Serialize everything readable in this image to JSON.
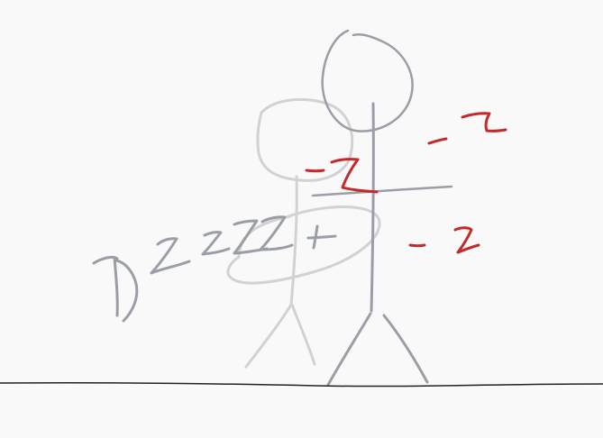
{
  "canvas": {
    "background": "#f9f9f9",
    "description_visible": false
  },
  "colors": {
    "front_figure": "#9a9ea6",
    "ghost_figure": "#d2d2d2",
    "buzz_text": "#9a9ea6",
    "z_marks": "#c42a2a",
    "ground": "#222222"
  },
  "text": {
    "buzz": "Bzzzz+",
    "z_marks": [
      "- z",
      "- z",
      "- z"
    ]
  }
}
